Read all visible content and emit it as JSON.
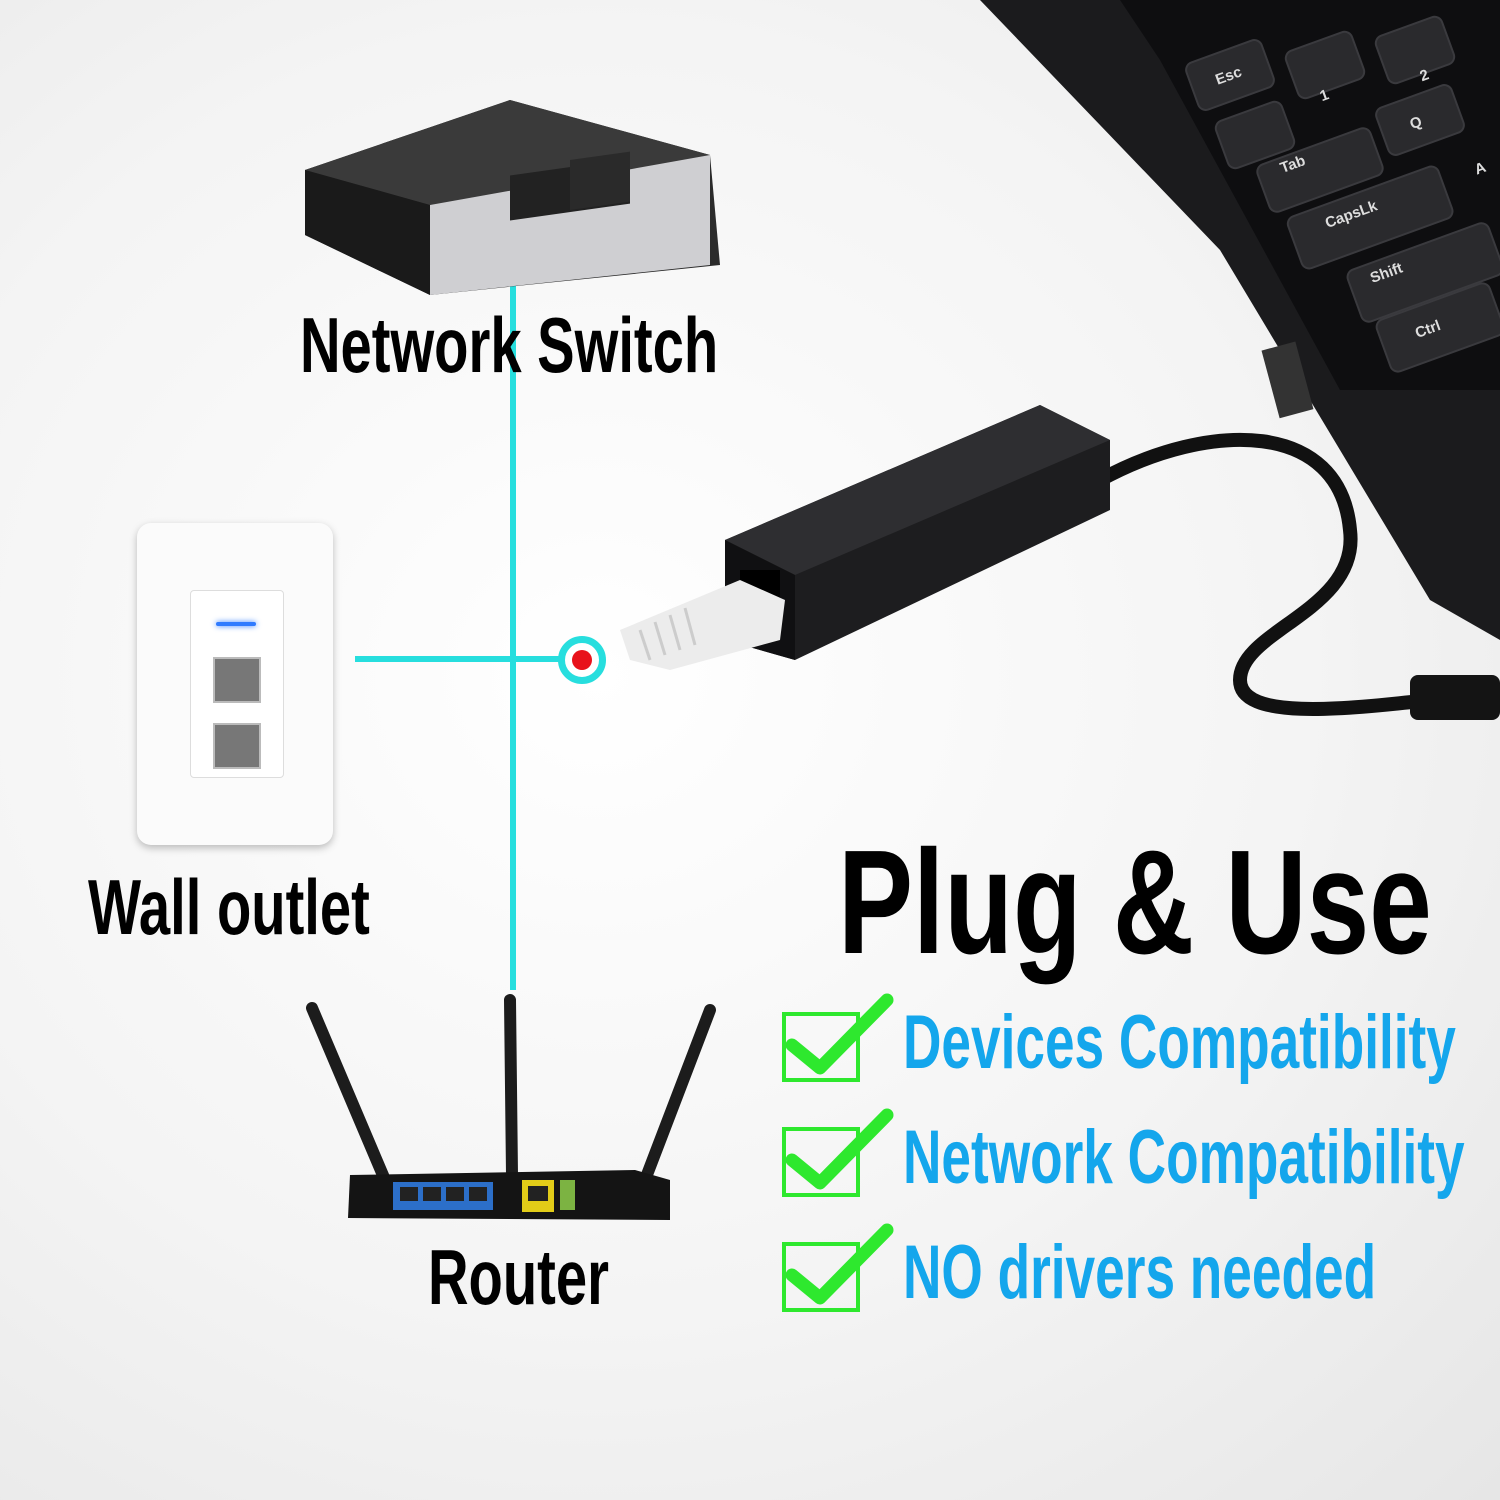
{
  "labels": {
    "switch": "Network Switch",
    "wall_outlet": "Wall outlet",
    "router": "Router"
  },
  "headline": "Plug & Use",
  "features": [
    {
      "text": "Devices Compatibility",
      "icon": "checkbox-checked-icon"
    },
    {
      "text": "Network Compatibility",
      "icon": "checkbox-checked-icon"
    },
    {
      "text": "NO drivers needed",
      "icon": "checkbox-checked-icon"
    }
  ],
  "laptop_keys": [
    "Esc",
    "Tab",
    "CapsLk",
    "Shift",
    "Ctrl",
    "Q",
    "A",
    "1",
    "2"
  ],
  "colors": {
    "connection_line": "#27dede",
    "connection_dot": "#e8121b",
    "feature_text": "#14a6ec",
    "check": "#2ee82e"
  }
}
